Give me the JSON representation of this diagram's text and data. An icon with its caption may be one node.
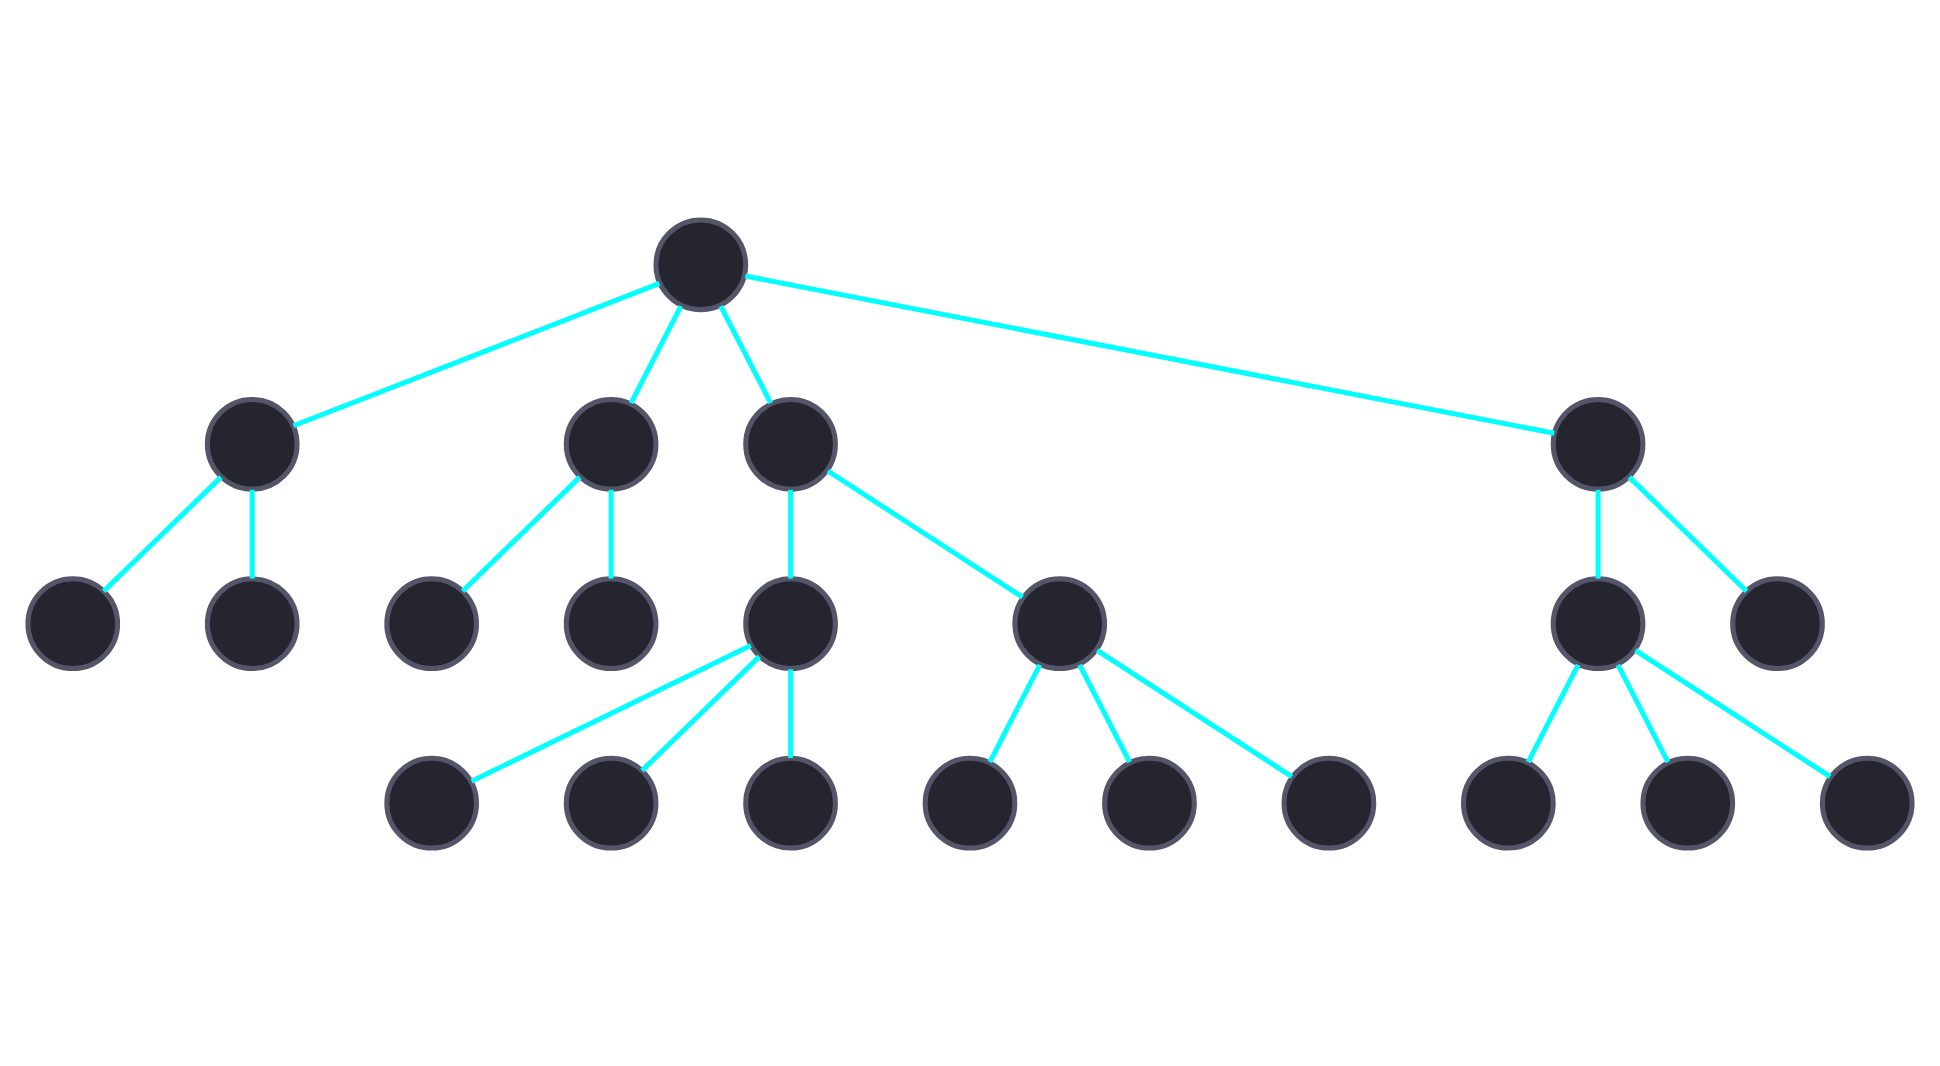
{
  "diagram": {
    "nodes": [
      {
        "text": [],
        "shape": "circle"
      },
      {
        "text": [],
        "shape": "circle"
      },
      {
        "text": [],
        "shape": "circle"
      },
      {
        "text": [],
        "shape": "circle"
      },
      {
        "text": [],
        "shape": "circle"
      },
      {
        "text": [],
        "shape": "circle"
      },
      {
        "text": [],
        "shape": "circle"
      },
      {
        "text": [],
        "shape": "circle"
      },
      {
        "text": [],
        "shape": "circle"
      },
      {
        "text": [],
        "shape": "circle"
      },
      {
        "text": [],
        "shape": "circle"
      },
      {
        "text": [],
        "shape": "circle"
      },
      {
        "text": [],
        "shape": "circle"
      },
      {
        "text": [],
        "shape": "circle"
      },
      {
        "text": [],
        "shape": "circle"
      },
      {
        "text": [],
        "shape": "circle"
      },
      {
        "text": [],
        "shape": "circle"
      },
      {
        "text": [],
        "shape": "circle"
      },
      {
        "text": [],
        "shape": "circle"
      },
      {
        "text": [],
        "shape": "circle"
      },
      {
        "text": [],
        "shape": "circle"
      },
      {
        "text": [],
        "shape": "circle"
      }
    ],
    "edges": [
      {
        "from": 0,
        "to": 2,
        "arrow": "none"
      },
      {
        "from": 0,
        "to": 7,
        "arrow": "none"
      },
      {
        "from": 0,
        "to": 8,
        "arrow": "none"
      },
      {
        "from": 0,
        "to": 1,
        "arrow": "none"
      },
      {
        "from": 2,
        "to": 3,
        "arrow": "none"
      },
      {
        "from": 2,
        "to": 6,
        "arrow": "none"
      },
      {
        "from": 7,
        "to": 10,
        "arrow": "none"
      },
      {
        "from": 10,
        "to": 9,
        "arrow": "none"
      },
      {
        "from": 10,
        "to": 15,
        "arrow": "none"
      },
      {
        "from": 10,
        "to": 18,
        "arrow": "none"
      },
      {
        "from": 7,
        "to": 13,
        "arrow": "none"
      },
      {
        "from": 13,
        "to": 19,
        "arrow": "none"
      },
      {
        "from": 13,
        "to": 21,
        "arrow": "none"
      },
      {
        "from": 13,
        "to": 16,
        "arrow": "none"
      },
      {
        "from": 8,
        "to": 14,
        "arrow": "none"
      },
      {
        "from": 8,
        "to": 11,
        "arrow": "none"
      },
      {
        "from": 11,
        "to": 12,
        "arrow": "none"
      },
      {
        "from": 11,
        "to": 17,
        "arrow": "none"
      },
      {
        "from": 11,
        "to": 20,
        "arrow": "none"
      },
      {
        "from": 1,
        "to": 4,
        "arrow": "none"
      },
      {
        "from": 1,
        "to": 5,
        "arrow": "none"
      }
    ]
  }
}
